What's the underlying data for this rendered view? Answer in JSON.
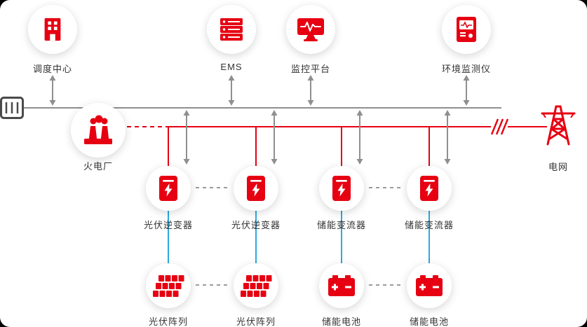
{
  "top_nodes": [
    {
      "label": "调度中心",
      "icon": "dispatch-center-icon"
    },
    {
      "label": "EMS",
      "icon": "ems-server-icon"
    },
    {
      "label": "监控平台",
      "icon": "monitoring-platform-icon"
    },
    {
      "label": "环境监测仪",
      "icon": "environment-monitor-icon"
    }
  ],
  "plant": {
    "label": "火电厂",
    "icon": "thermal-plant-icon"
  },
  "grid": {
    "label": "电网",
    "icon": "transmission-tower-icon"
  },
  "inverters": [
    {
      "label": "光伏逆变器",
      "icon": "pv-inverter-icon"
    },
    {
      "label": "光伏逆变器",
      "icon": "pv-inverter-icon"
    },
    {
      "label": "储能变流器",
      "icon": "storage-converter-icon"
    },
    {
      "label": "储能变流器",
      "icon": "storage-converter-icon"
    }
  ],
  "sources": [
    {
      "label": "光伏阵列",
      "icon": "pv-array-icon"
    },
    {
      "label": "光伏阵列",
      "icon": "pv-array-icon"
    },
    {
      "label": "储能电池",
      "icon": "storage-battery-icon"
    },
    {
      "label": "储能电池",
      "icon": "storage-battery-icon"
    }
  ],
  "colors": {
    "accent_red": "#e60012",
    "line_gray": "#8f8f8f",
    "link_blue": "#29abe2",
    "label_text": "#333333"
  }
}
